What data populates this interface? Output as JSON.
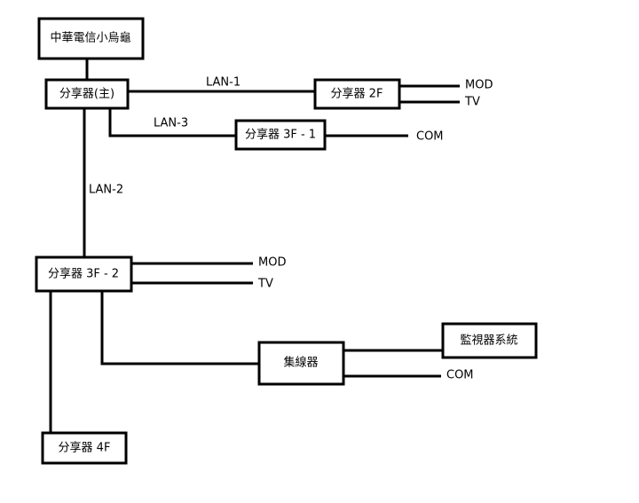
{
  "nodes": {
    "isp": "中華電信小烏龜",
    "main_router": "分享器(主)",
    "router_2f": "分享器 2F",
    "router_3f_1": "分享器 3F - 1",
    "router_3f_2": "分享器 3F - 2",
    "hub": "集線器",
    "surveillance": "監視器系統",
    "router_4f": "分享器 4F"
  },
  "links": {
    "lan1": "LAN-1",
    "lan2": "LAN-2",
    "lan3": "LAN-3"
  },
  "endpoints": {
    "mod_2f": "MOD",
    "tv_2f": "TV",
    "com_3f_1": "COM",
    "mod_3f_2": "MOD",
    "tv_3f_2": "TV",
    "com_hub": "COM"
  }
}
